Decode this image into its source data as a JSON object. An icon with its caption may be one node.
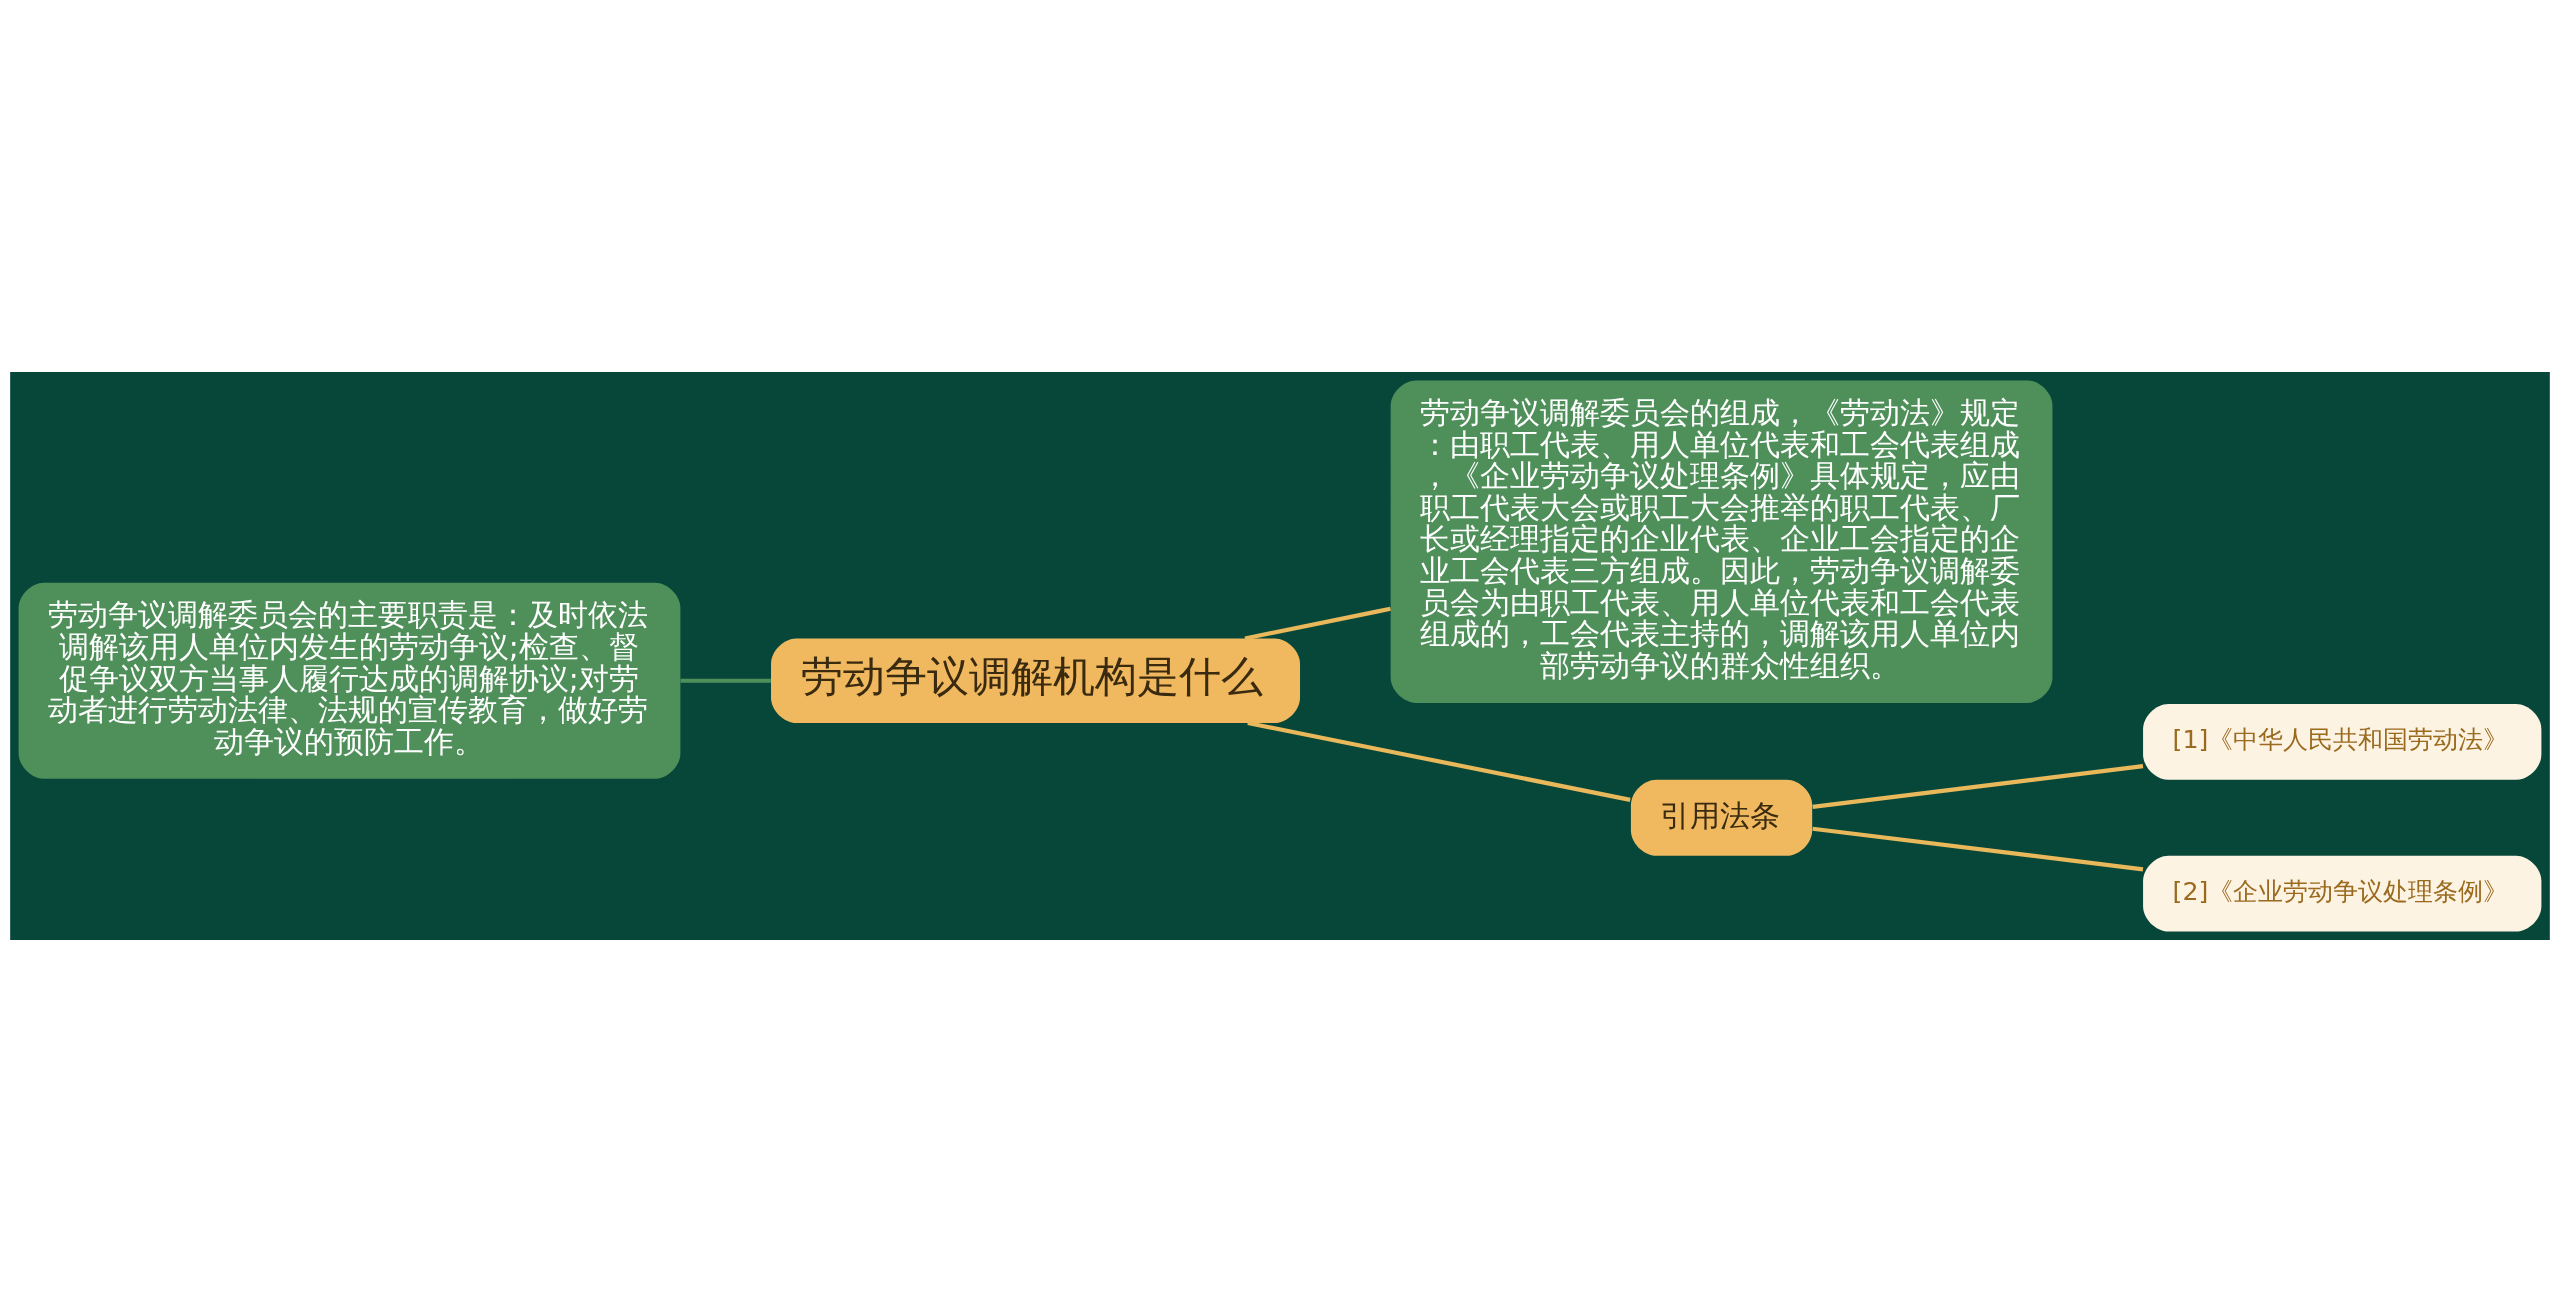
{
  "diagram": {
    "nodes": [
      {
        "text": [
          "劳动争议调解机构是什么"
        ]
      },
      {
        "text": [
          "劳动争议调解委员会的主要职责是：及时依法调解该用人单位内发生的劳动争议;检查、督促争议双方当事人履行达成的调解协议;对劳动者进行劳动法律、法规的宣传教育，做好劳动争议的预防工作。"
        ]
      },
      {
        "text": [
          "劳动争议调解委员会的组成，《劳动法》规定：由职工代表、用人单位代表和工会代表组成，《企业劳动争议处理条例》具体规定，应由职工代表大会或职工大会推举的职工代表、厂长或经理指定的企业代表、企业工会指定的企业工会代表三方组成。因此，劳动争议调解委员会为由职工代表、用人单位代表和工会代表组成的，工会代表主持的，调解该用人单位内部劳动争议的群众性组织。"
        ]
      },
      {
        "text": [
          "引用法条"
        ]
      },
      {
        "text": [
          "[1]《中华人民共和国劳动法》"
        ]
      },
      {
        "text": [
          "[2]《企业劳动争议处理条例》"
        ]
      }
    ],
    "edges": [
      {
        "from": 0,
        "to": 1,
        "arrow": "none",
        "color": "#4f8f5a"
      },
      {
        "from": 0,
        "to": 2,
        "arrow": "none"
      },
      {
        "from": 0,
        "to": 3,
        "arrow": "none"
      },
      {
        "from": 3,
        "to": 4,
        "arrow": "none"
      },
      {
        "from": 3,
        "to": 5,
        "arrow": "none"
      }
    ]
  }
}
